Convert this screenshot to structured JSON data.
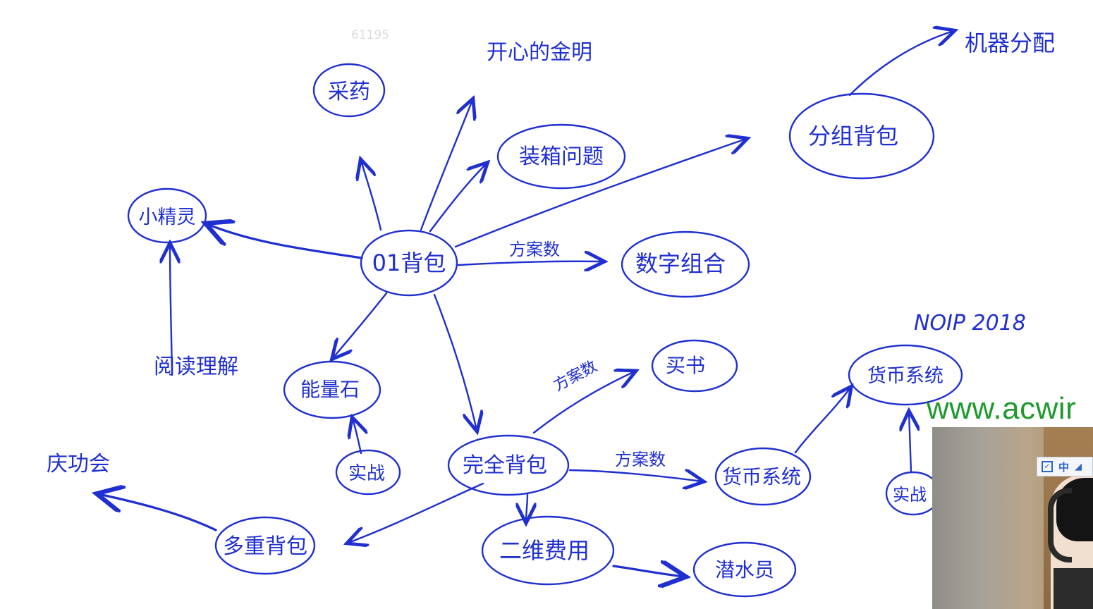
{
  "watermark": "61195",
  "site_text": "www.acwir",
  "ime": {
    "language": "中"
  },
  "diagram": {
    "center": "01背包",
    "complete": "完全背包",
    "multiple": "多重背包",
    "group": "分组背包",
    "two_dim": "二维费用",
    "nodes": {
      "herb": "采药",
      "box": "装箱问题",
      "digit_combo": "数字组合",
      "hero": "小精灵",
      "energy_stone": "能量石",
      "buy_book": "买书",
      "currency_right": "货币系统",
      "currency_mid": "货币系统",
      "practice_left": "实战",
      "practice_right": "实战",
      "queue": "潜水员"
    },
    "labels": {
      "top_note": "开心的金明",
      "machine": "机器分配",
      "count_a": "方案数",
      "count_b": "方案数",
      "count_c": "方案数",
      "reading": "阅读理解",
      "celebrate": "庆功会",
      "contest": "NOIP 2018"
    }
  }
}
